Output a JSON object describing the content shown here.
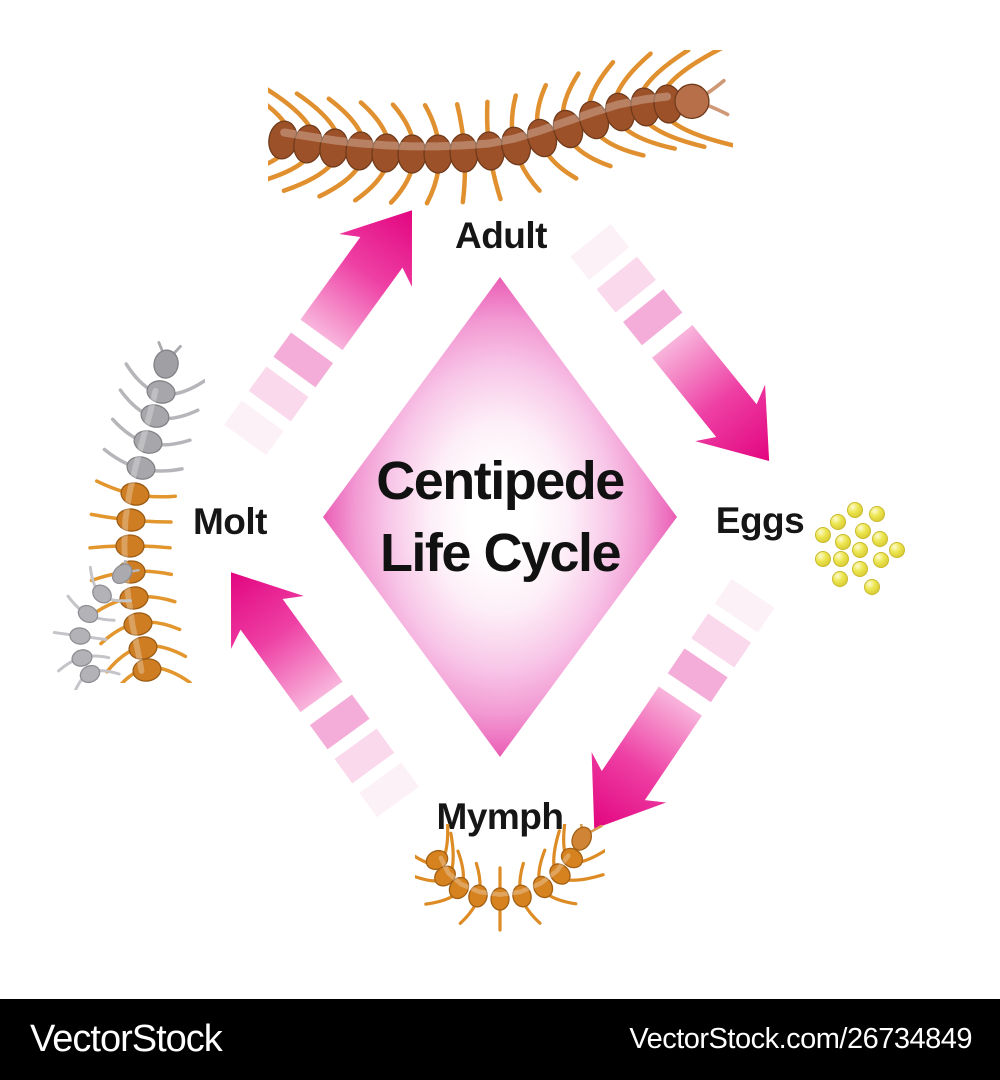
{
  "diagram": {
    "title_line1": "Centipede",
    "title_line2": "Life Cycle",
    "stages": [
      {
        "id": "adult",
        "label": "Adult",
        "position": "top"
      },
      {
        "id": "eggs",
        "label": "Eggs",
        "position": "right"
      },
      {
        "id": "nymph",
        "label": "Mymph",
        "position": "bottom"
      },
      {
        "id": "molt",
        "label": "Molt",
        "position": "left"
      }
    ],
    "cycle_arrows": [
      {
        "from": "Adult",
        "to": "Eggs"
      },
      {
        "from": "Eggs",
        "to": "Mymph"
      },
      {
        "from": "Mymph",
        "to": "Molt"
      },
      {
        "from": "Molt",
        "to": "Adult"
      }
    ],
    "egg_count": 15
  },
  "watermark": {
    "brand": "VectorStock",
    "url_text": "VectorStock.com/26734849"
  },
  "colors": {
    "arrow_deep": "#e2057f",
    "arrow_light": "#f8b5dc",
    "diamond_edge": "#e85ab0",
    "egg_yellow": "#ece64f",
    "adult_body_brown": "#9d5128",
    "leg_orange": "#e0902f",
    "molt_gray": "#a7a7ab",
    "nymph_orange": "#d5821f",
    "bar_background": "#000000",
    "text_black": "#111111"
  }
}
